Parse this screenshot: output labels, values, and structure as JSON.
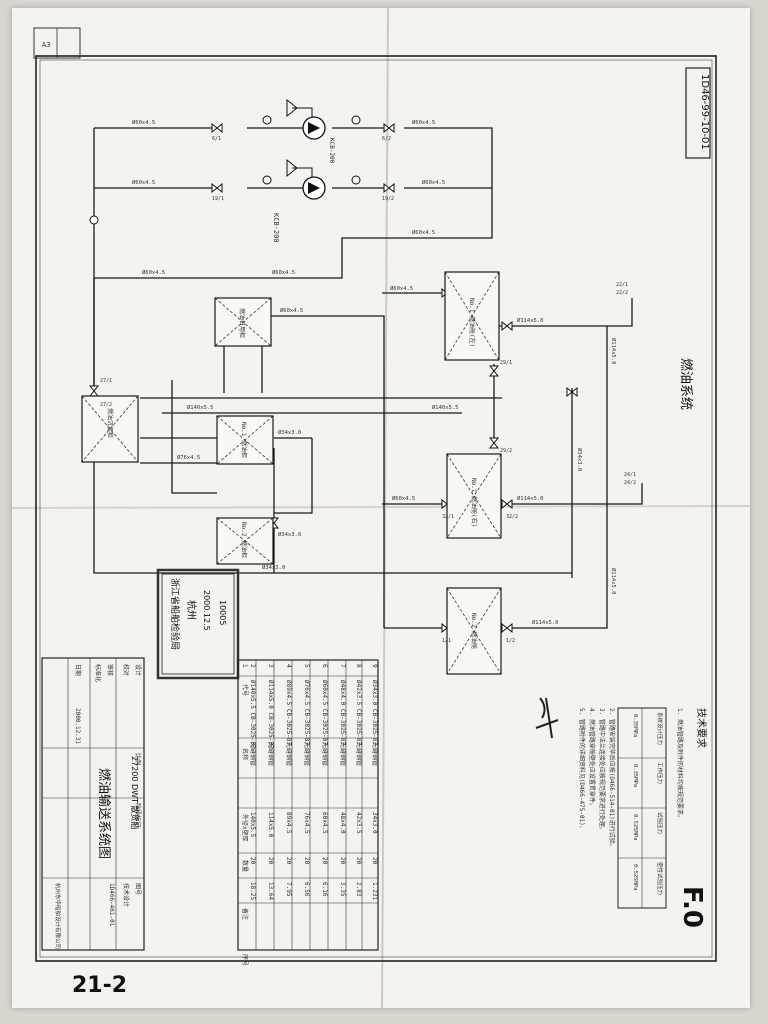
{
  "sheet": {
    "drawing_number": "1D46-99-10-01",
    "sheet_title": "燃油输送系统图",
    "system_title": "燃油系统",
    "ship_type": "27200 DWT 散货船",
    "revision_mark": "F.0",
    "corner_note": "21-2",
    "design_unit": "杭州东华船舶设计有限公司",
    "drawing_no_box": "1D466-461-01",
    "sheet_id_top": "A3"
  },
  "pipe_labels": [
    "Ø60x4.5",
    "Ø60x4.5",
    "Ø60x4.5",
    "Ø60x4.5",
    "Ø60x4.5",
    "Ø60x4.5",
    "Ø60x4.5",
    "Ø60x4.5",
    "Ø60x4.5",
    "Ø60x4.5",
    "Ø114x5.0",
    "Ø114x5.0",
    "Ø114x5.0",
    "Ø114x5.0",
    "Ø114x5.0",
    "Ø140x5.5",
    "Ø140x5.5",
    "Ø34x3.0",
    "Ø34x3.0",
    "Ø34x3.0",
    "Ø34x3.0",
    "Ø76x4.5"
  ],
  "pumps": [
    {
      "label": "KCB-200"
    },
    {
      "label": "KCB-200"
    }
  ],
  "tanks": [
    {
      "label": "No.1 燃油舱(左)"
    },
    {
      "label": "No.1 燃油舱(右)"
    },
    {
      "label": "No.2 燃油舱"
    },
    {
      "label": "燃油沉淀柜"
    },
    {
      "label": "燃油日用柜"
    },
    {
      "label": "No.1 燃油柜"
    },
    {
      "label": "No.2 燃油柜"
    }
  ],
  "stamp": {
    "line1": "浙江省船舶检验局",
    "line2": "杭州",
    "line3": "2000.12.5",
    "line4": "10005"
  },
  "tech_req": {
    "heading": "技术要求",
    "table_headers": [
      "系统设计压力",
      "工作压力",
      "试验压力",
      "密性试验压力"
    ],
    "table_values": [
      "0.35MPa",
      "0.35MPa",
      "0.525MPa",
      "0.525MPa"
    ],
    "notes": [
      "1. 燃油管路及附件的材料均按规范要求。",
      "2. 管路安装完毕后应按(D466-514-01)进行试验。",
      "3. 管路中法兰连接处应按规范要求进行处理。",
      "4. 燃油管路穿舱壁处应设置贯穿件。",
      "5. 管路附件的详细资料见(D466-475-01)。"
    ]
  },
  "bom": {
    "headers": [
      "序号",
      "代号",
      "名称",
      "外径x壁厚",
      "数量",
      "备注"
    ],
    "rows": [
      [
        "9",
        "Ø34x3.0 CB-3025-87",
        "无缝钢管",
        "34x3.0",
        "20",
        "1.231"
      ],
      [
        "8",
        "Ø42x3.5 CB-3025-87",
        "无缝钢管",
        "42x3.5",
        "20",
        "2.83"
      ],
      [
        "7",
        "Ø48x4.0 CB-3025-87",
        "无缝钢管",
        "48x4.0",
        "20",
        "3.35"
      ],
      [
        "6",
        "Ø60x4.5 CB-3025-87",
        "无缝钢管",
        "60x4.5",
        "20",
        "6.16"
      ],
      [
        "5",
        "Ø76x4.5 CB-3025-87",
        "无缝钢管",
        "76x4.5",
        "20",
        "6.56"
      ],
      [
        "4",
        "Ø89x4.5 CB-3025-87",
        "无缝钢管",
        "89x4.5",
        "20",
        "7.95"
      ],
      [
        "3",
        "Ø114x5.0 CB-3025-87",
        "无缝钢管",
        "114x5.0",
        "20",
        "13.64"
      ],
      [
        "2",
        "Ø140x5.5 CB-3025-87",
        "无缝钢管",
        "140x5.5",
        "20",
        "18.25"
      ],
      [
        "1",
        "",
        "",
        "",
        "",
        ""
      ]
    ]
  },
  "title_block": {
    "cells": [
      "设计",
      "校对",
      "审核",
      "标准化",
      "日期",
      "2000.12.31",
      "比例",
      "阶段标记",
      "图号",
      "技术设计"
    ]
  },
  "valve_labels": [
    "6/1",
    "6/2",
    "19/1",
    "19/2",
    "22/1",
    "22/2",
    "24/1",
    "24/2",
    "27/1",
    "27/2",
    "29/1",
    "29/2",
    "32/1",
    "32/2",
    "1/1",
    "1/2"
  ]
}
